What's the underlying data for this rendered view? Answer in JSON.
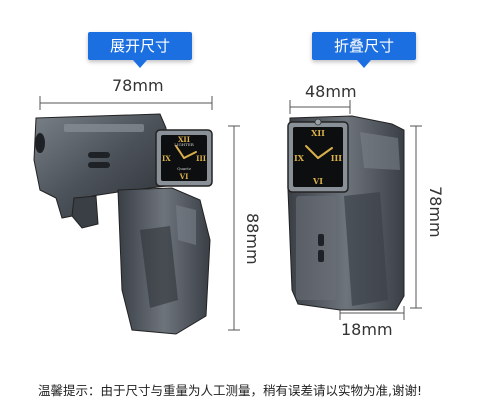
{
  "labels": {
    "unfolded_size": "展开尺寸",
    "folded_size": "折叠尺寸"
  },
  "dimensions": {
    "unfolded_width": "78mm",
    "unfolded_height": "88mm",
    "folded_width": "48mm",
    "folded_height": "78mm",
    "folded_thickness": "18mm"
  },
  "note": "温馨提示：由于尺寸与重量为人工测量，稍有误差请以实物为准,谢谢!",
  "clock": {
    "brand": "LIGHTER",
    "model": "Quartz",
    "numerals": [
      "XII",
      "III",
      "VI",
      "IX"
    ]
  },
  "colors": {
    "badge_blue": "#1c6fe0",
    "device_gunmetal": "#5a6068",
    "clock_gold": "#d9b04a"
  }
}
